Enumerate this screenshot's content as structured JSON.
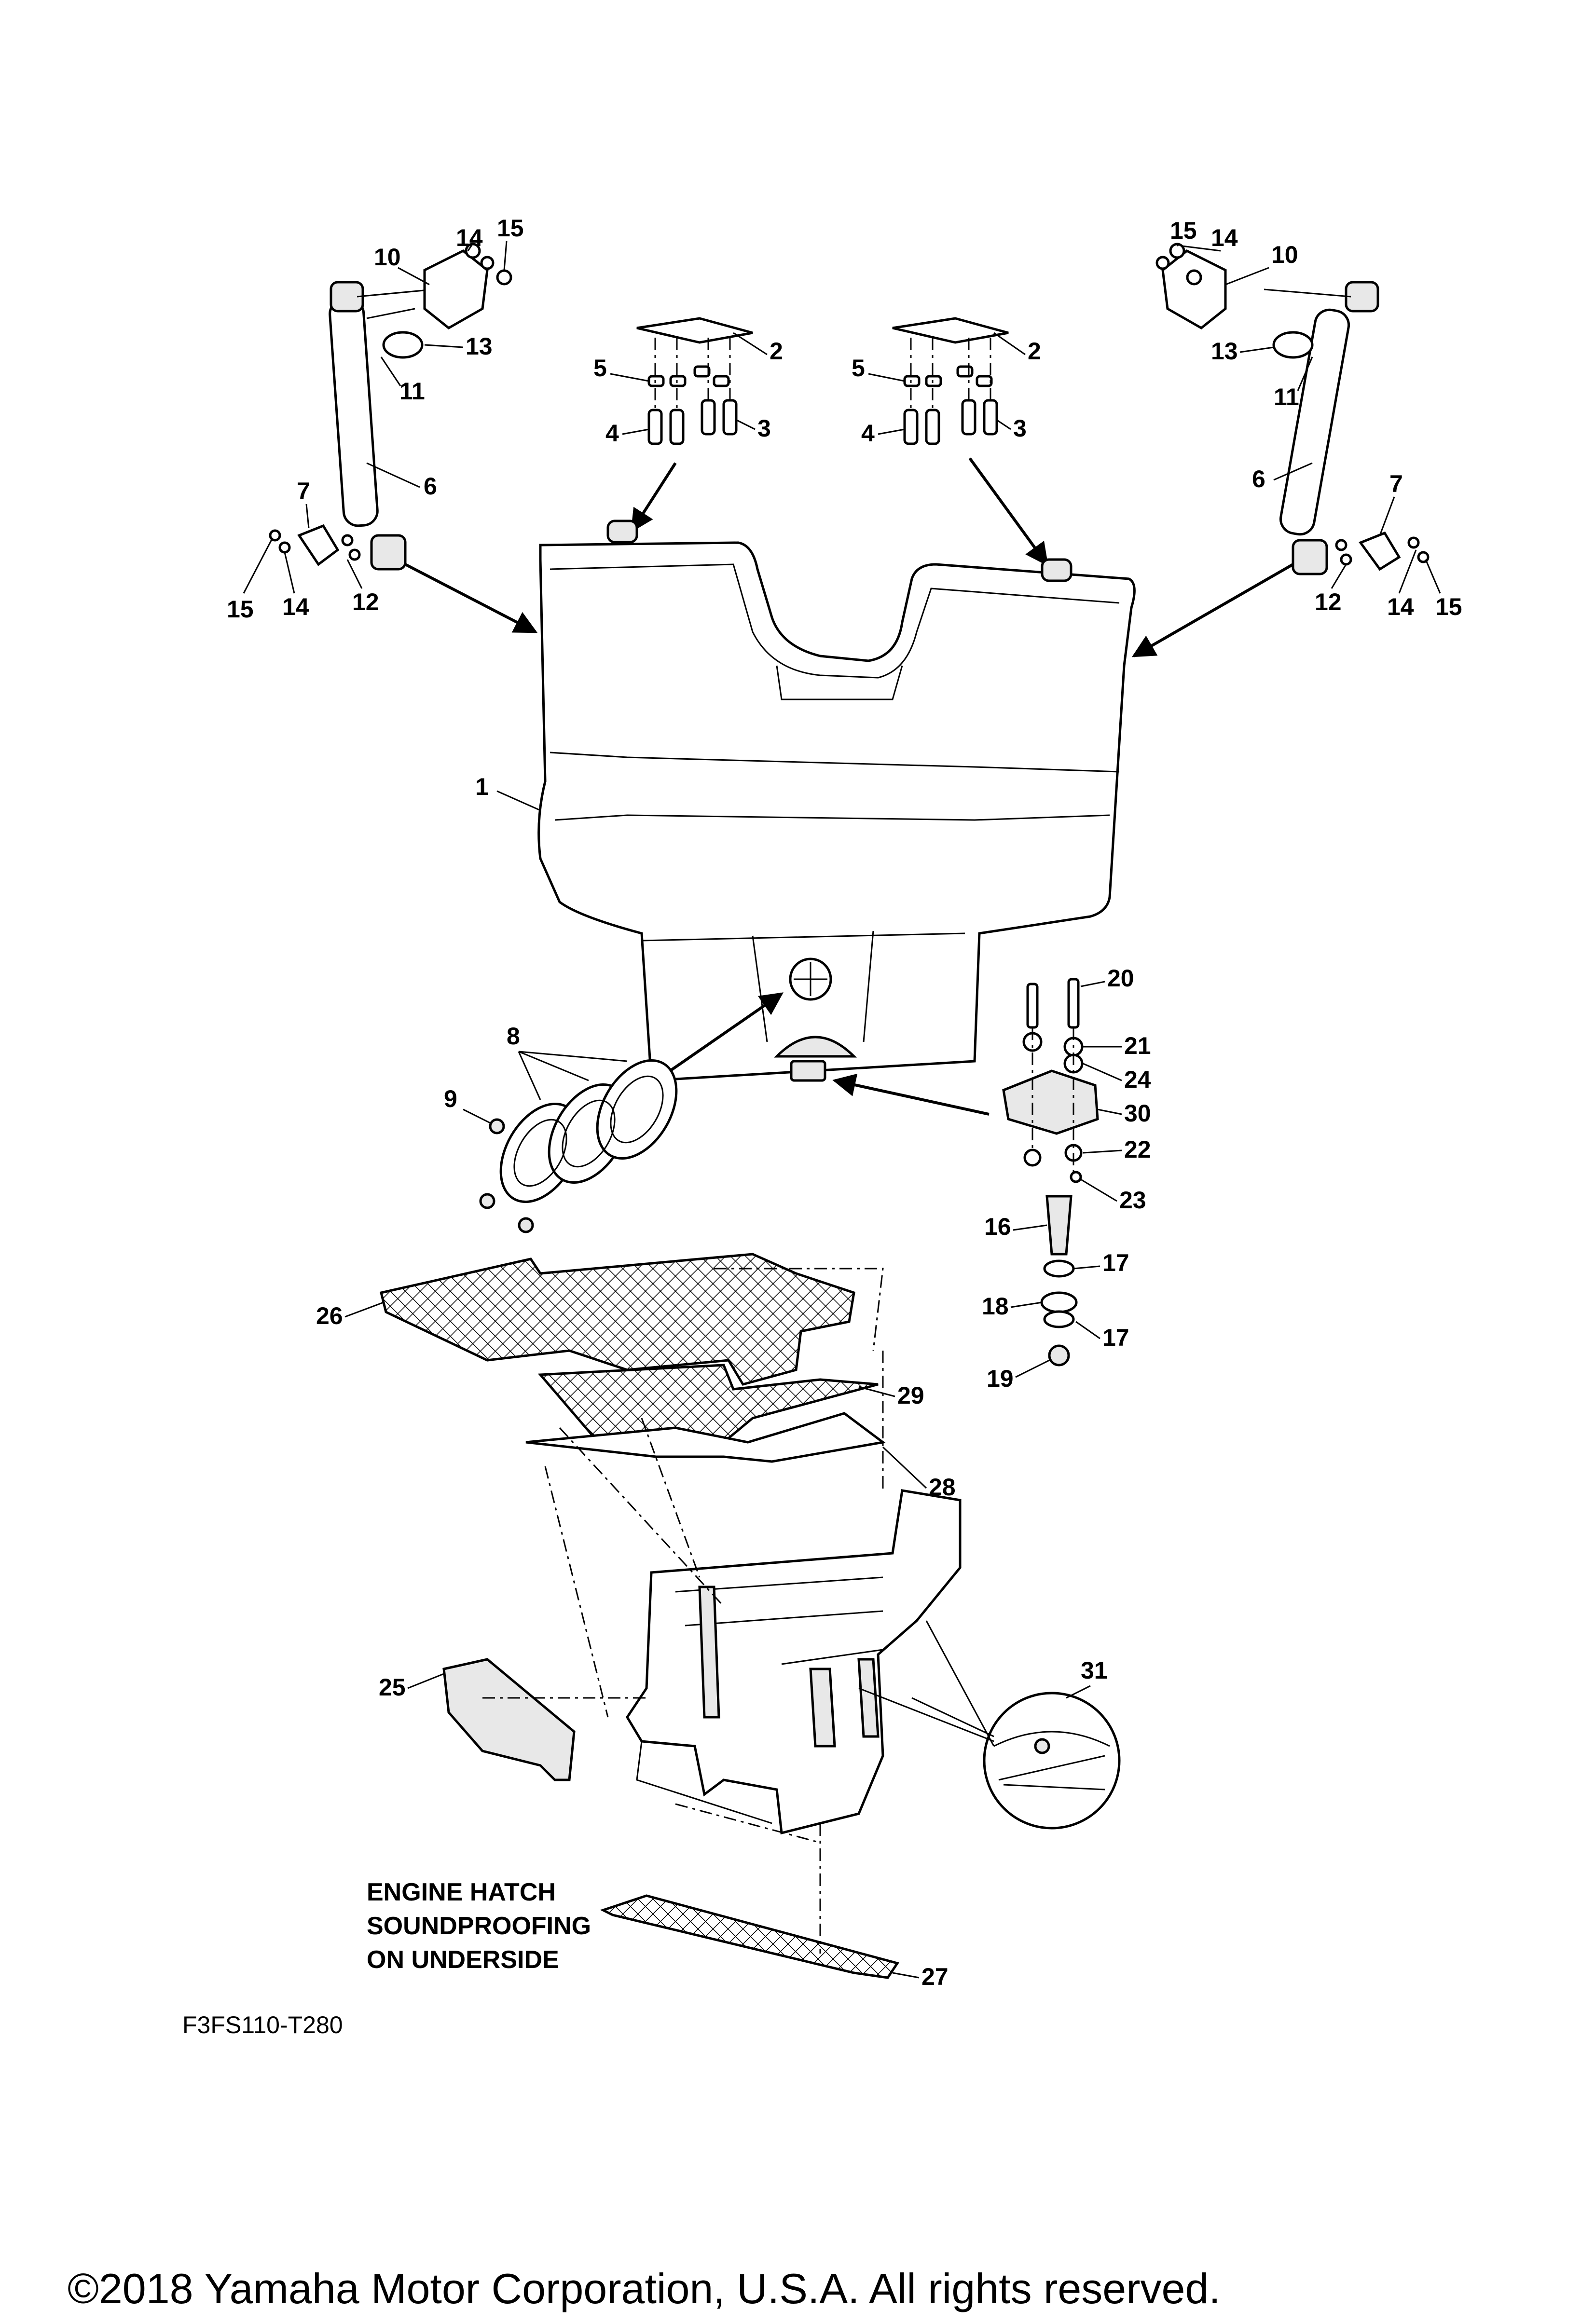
{
  "diagram": {
    "part_numbers": [
      "1",
      "2",
      "2",
      "3",
      "3",
      "4",
      "4",
      "5",
      "5",
      "6",
      "6",
      "7",
      "7",
      "8",
      "9",
      "10",
      "10",
      "11",
      "11",
      "12",
      "12",
      "13",
      "13",
      "14",
      "14",
      "14",
      "14",
      "15",
      "15",
      "15",
      "15",
      "16",
      "17",
      "17",
      "18",
      "19",
      "20",
      "21",
      "22",
      "23",
      "24",
      "25",
      "26",
      "27",
      "28",
      "29",
      "30",
      "31"
    ],
    "note_lines": [
      "ENGINE HATCH",
      "SOUNDPROOFING",
      "ON UNDERSIDE"
    ],
    "figure_code": "F3FS110-T280",
    "copyright": "©2018 Yamaha Motor Corporation, U.S.A. All rights reserved."
  }
}
